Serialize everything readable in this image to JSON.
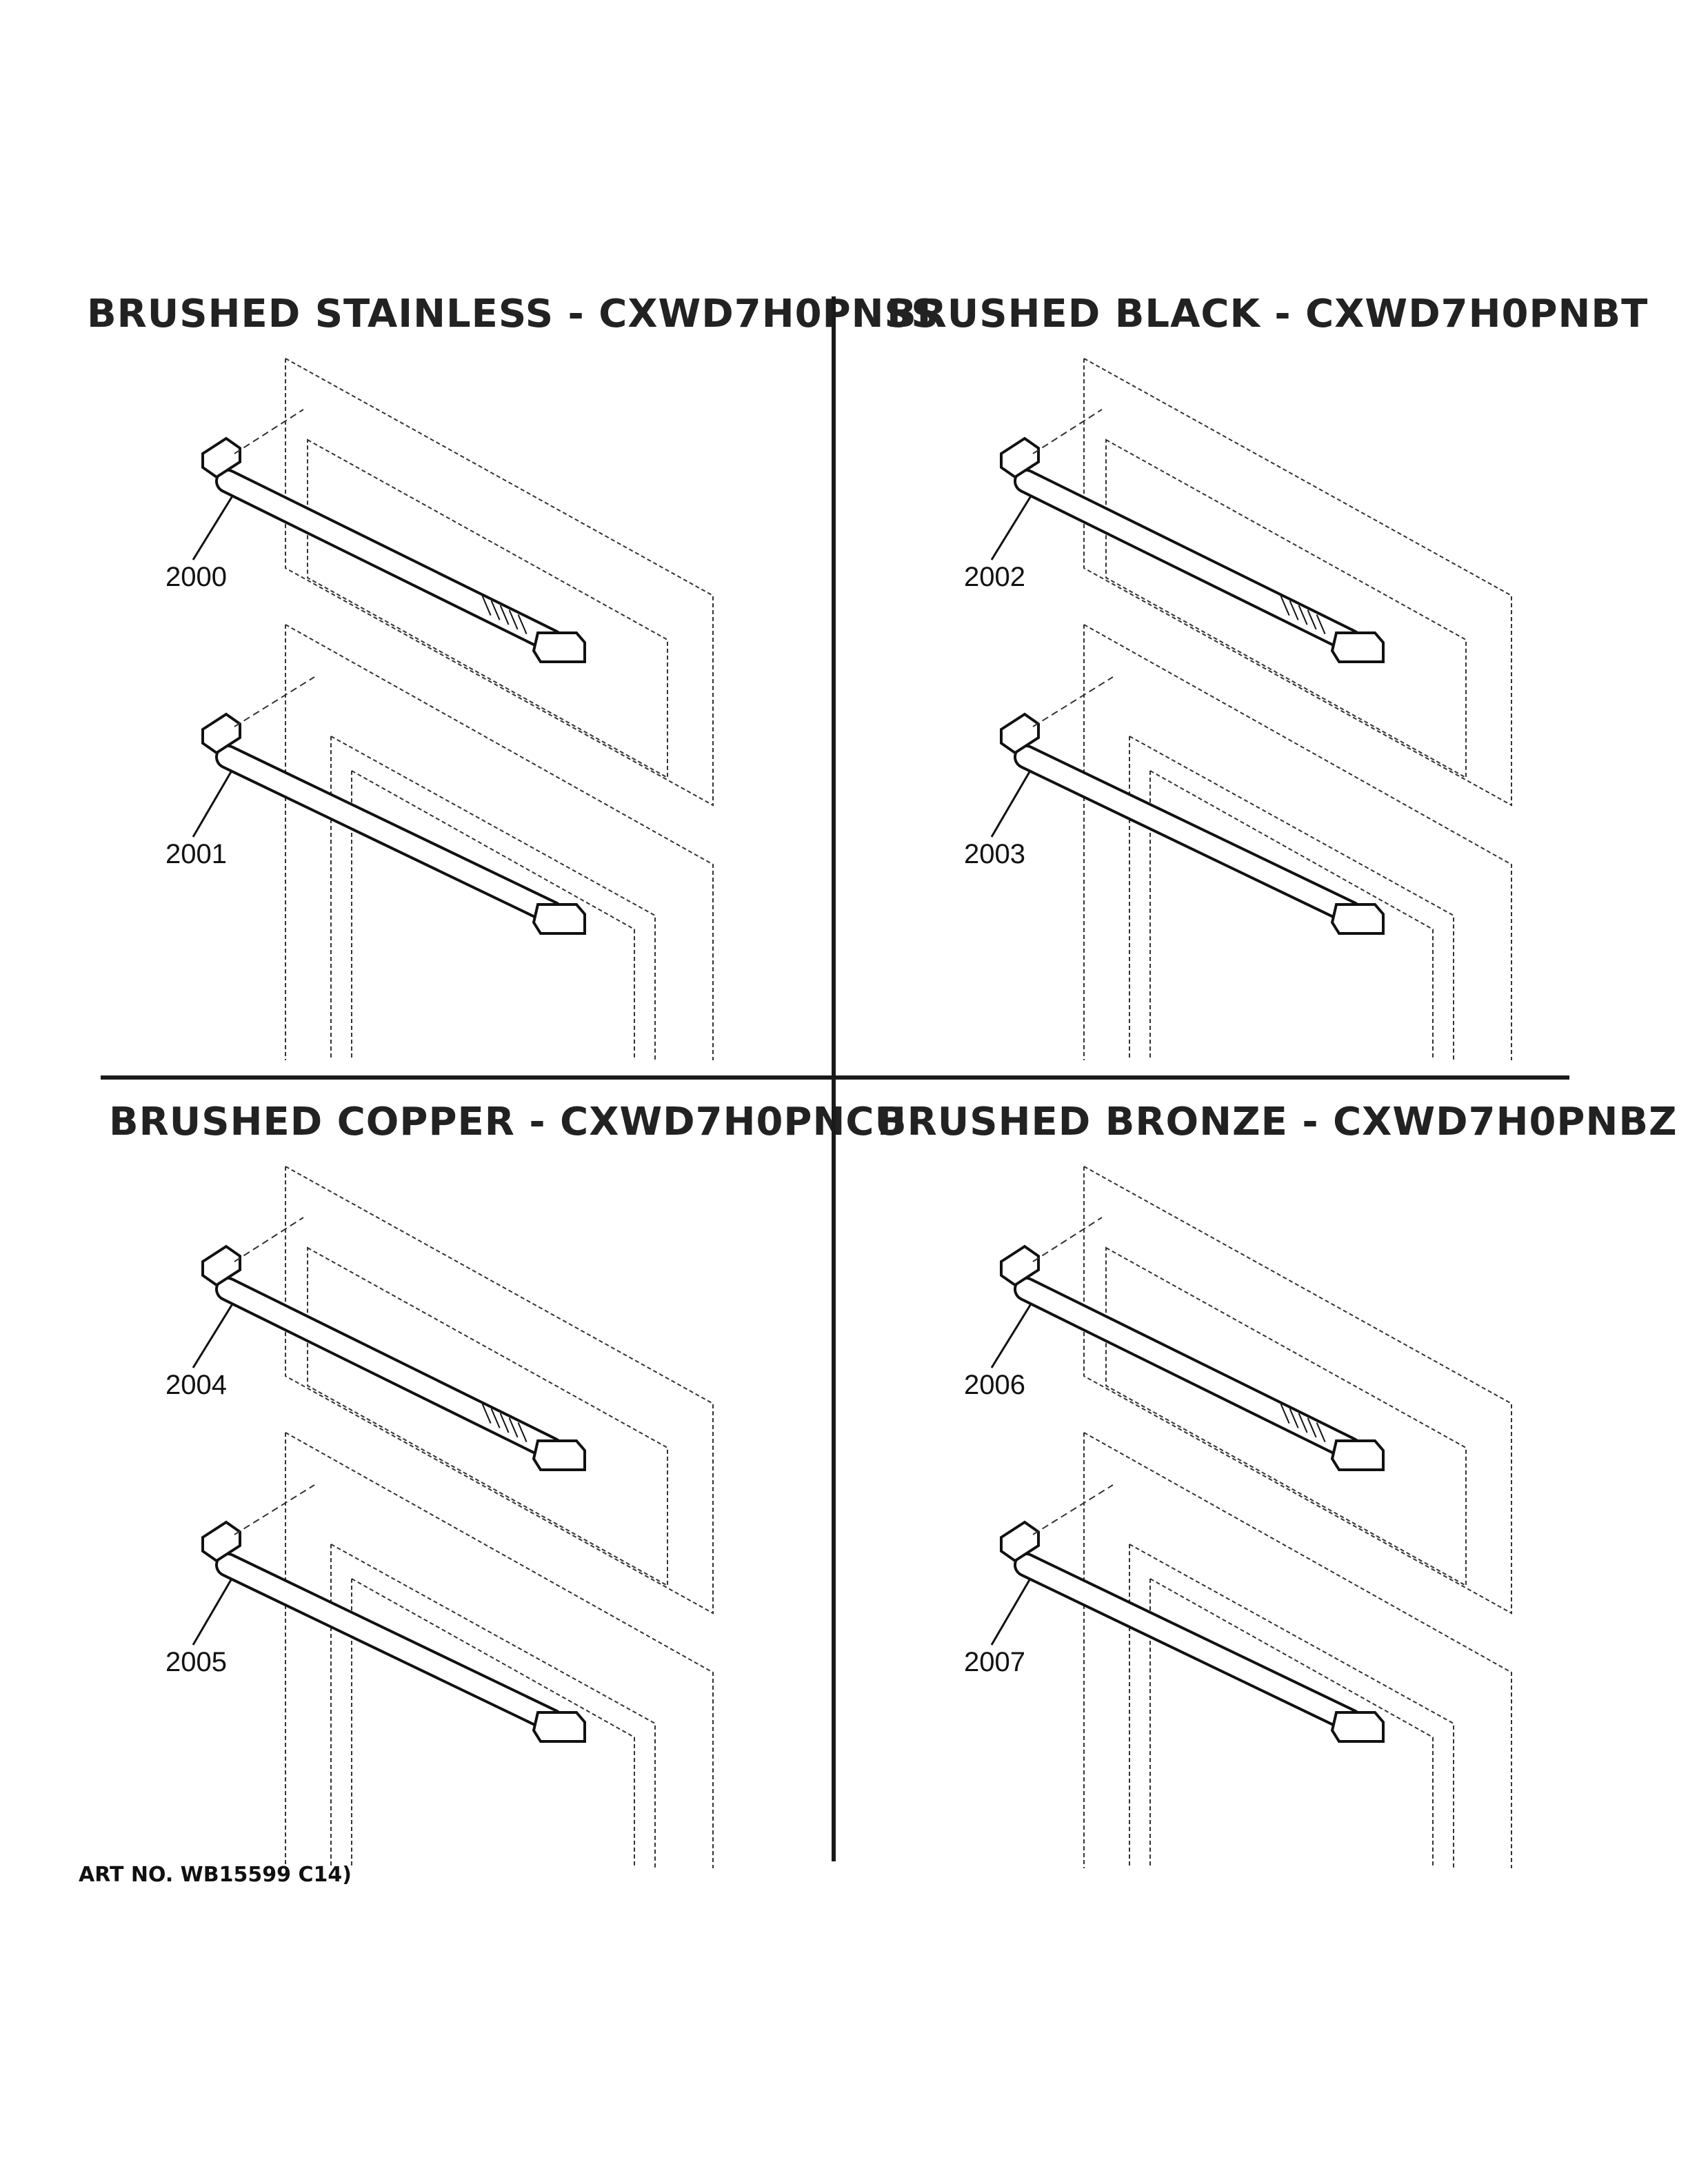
{
  "panels": [
    {
      "title": "BRUSHED STAINLESS - CXWD7H0PNSS",
      "upper_callout": "2000",
      "lower_callout": "2001"
    },
    {
      "title": "BRUSHED BLACK - CXWD7H0PNBT",
      "upper_callout": "2002",
      "lower_callout": "2003"
    },
    {
      "title": "BRUSHED COPPER - CXWD7H0PNCU",
      "upper_callout": "2004",
      "lower_callout": "2005"
    },
    {
      "title": "BRUSHED BRONZE - CXWD7H0PNBZ",
      "upper_callout": "2006",
      "lower_callout": "2007"
    }
  ],
  "footer": {
    "art_number": "ART NO. WB15599 C14)"
  }
}
